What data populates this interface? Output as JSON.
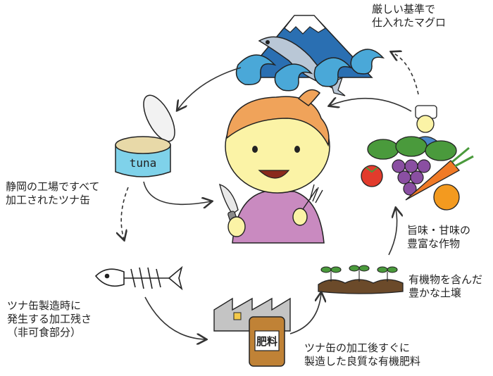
{
  "labels": {
    "tuna": [
      "厳しい基準で",
      "仕入れたマグロ"
    ],
    "cannery": [
      "静岡の工場ですべて",
      "加工されたツナ缶"
    ],
    "residue": [
      "ツナ缶製造時に",
      "発生する加工残さ",
      "（非可食部分）"
    ],
    "fertilizer": [
      "ツナ缶の加工後すぐに",
      "製造した良質な有機肥料"
    ],
    "soil": [
      "有機物を含んだ",
      "豊かな土壌"
    ],
    "crops": [
      "旨味・甘味の",
      "豊富な作物"
    ]
  },
  "can_text": "tuna",
  "fertilizer_text": "肥料",
  "colors": {
    "wave": "#4aa8d8",
    "sky": "#2a6fb2",
    "skin": "#fbf3a6",
    "hair": "#f0a35a",
    "shirt": "#c98ac0",
    "can_band": "#7fd2ea",
    "fertilizer_bag": "#c08236",
    "grape": "#8a4fa2",
    "carrot": "#f07a26",
    "tomato": "#e23b2c",
    "leaf": "#4a9a3c"
  }
}
